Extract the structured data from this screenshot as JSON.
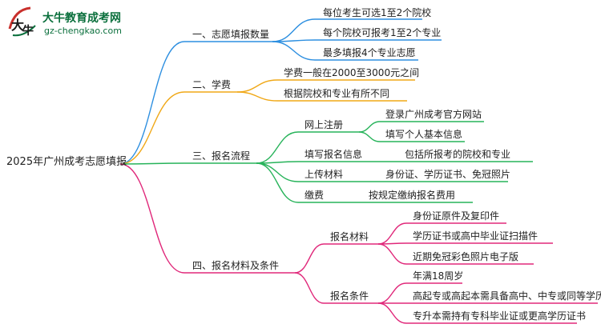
{
  "logo": {
    "title": "大牛教育成考网",
    "url": "gz-chengkao.com",
    "mark_chars": [
      "大",
      "牛"
    ],
    "accent_color": "#0a6f3c",
    "badge_color": "#c9302c"
  },
  "mindmap": {
    "root": "2025年广州成考志愿填报",
    "branches": [
      {
        "label": "一、志愿填报数量",
        "color": "#2d8fe0",
        "children": [
          {
            "label": "每位考生可选1至2个院校"
          },
          {
            "label": "每个院校可报考1至2个专业"
          },
          {
            "label": "最多填报4个专业志愿"
          }
        ]
      },
      {
        "label": "二、学费",
        "color": "#f0a817",
        "children": [
          {
            "label": "学费一般在2000至3000元之间"
          },
          {
            "label": "根据院校和专业有所不同"
          }
        ]
      },
      {
        "label": "三、报名流程",
        "color": "#27b35a",
        "children": [
          {
            "label": "网上注册",
            "children": [
              {
                "label": "登录广州成考官方网站"
              },
              {
                "label": "填写个人基本信息"
              }
            ]
          },
          {
            "label": "填写报名信息",
            "children": [
              {
                "label": "包括所报考的院校和专业"
              }
            ]
          },
          {
            "label": "上传材料",
            "children": [
              {
                "label": "身份证、学历证书、免冠照片"
              }
            ]
          },
          {
            "label": "缴费",
            "children": [
              {
                "label": "按规定缴纳报名费用"
              }
            ]
          }
        ]
      },
      {
        "label": "四、报名材料及条件",
        "color": "#e0287a",
        "children": [
          {
            "label": "报名材料",
            "children": [
              {
                "label": "身份证原件及复印件"
              },
              {
                "label": "学历证书或高中毕业证扫描件"
              },
              {
                "label": "近期免冠彩色照片电子版"
              }
            ]
          },
          {
            "label": "报名条件",
            "children": [
              {
                "label": "年满18周岁"
              },
              {
                "label": "高起专或高起本需具备高中、中专或同等学历"
              },
              {
                "label": "专升本需持有专科毕业证或更高学历证书"
              }
            ]
          }
        ]
      }
    ]
  }
}
